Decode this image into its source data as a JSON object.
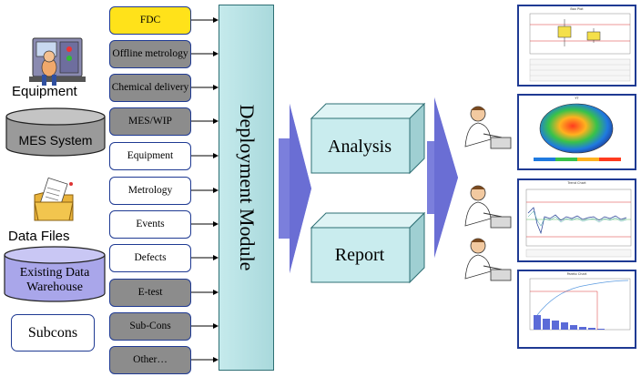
{
  "sources": [
    {
      "label": "FDC",
      "style": "yellow"
    },
    {
      "label": "Offline metrology",
      "style": "gray"
    },
    {
      "label": "Chemical delivery",
      "style": "gray"
    },
    {
      "label": "MES/WIP",
      "style": "gray"
    },
    {
      "label": "Equipment",
      "style": "white"
    },
    {
      "label": "Metrology",
      "style": "white"
    },
    {
      "label": "Events",
      "style": "white"
    },
    {
      "label": "Defects",
      "style": "white"
    },
    {
      "label": "E-test",
      "style": "gray"
    },
    {
      "label": "Sub-Cons",
      "style": "gray"
    },
    {
      "label": "Other…",
      "style": "gray"
    }
  ],
  "left": {
    "equipment_label": "Equipment",
    "mes_system": "MES System",
    "data_files_label": "Data Files",
    "existing_warehouse": "Existing Data Warehouse",
    "subcons": "Subcons"
  },
  "deployment_module": "Deployment Module",
  "analysis": "Analysis",
  "report": "Report",
  "charts": {
    "box_plot_title": "Box Plot",
    "yt_title": "YT",
    "trend_title": "Trend Chart",
    "pareto_title": "Pareto Chart"
  },
  "colors": {
    "flow_arrow": "#7b7fdc",
    "box_face": "#c9ecee",
    "frame_border": "#1f3a93",
    "gray_box": "#8c8c8c",
    "yellow_box": "#ffe21a",
    "warehouse_fill": "#a9a6ea"
  }
}
